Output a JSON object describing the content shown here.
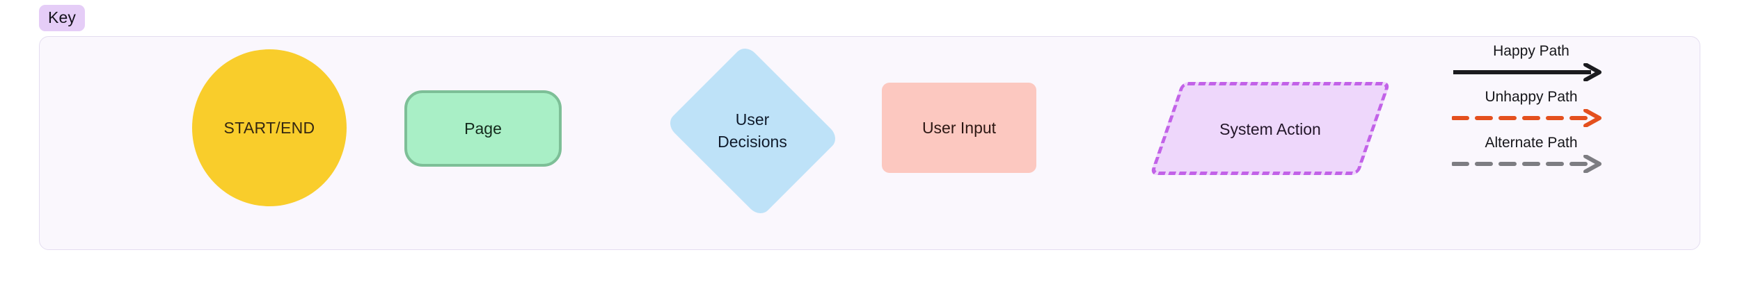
{
  "badge": {
    "label": "Key"
  },
  "legend": {
    "title": "Key",
    "shapes": [
      {
        "name": "start-end",
        "label": "START/END",
        "shape": "circle",
        "fill": "#f9cd2b",
        "stroke": "",
        "text_color": "#352711"
      },
      {
        "name": "page",
        "label": "Page",
        "shape": "rounded-rect",
        "fill": "#a9efc6",
        "stroke": "#7dbf97",
        "text_color": "#14291c"
      },
      {
        "name": "user-decisions",
        "label": "User\nDecisions",
        "label_line1": "User",
        "label_line2": "Decisions",
        "shape": "diamond",
        "fill": "#bee2f8",
        "stroke": "",
        "text_color": "#101b2b"
      },
      {
        "name": "user-input",
        "label": "User Input",
        "shape": "rect",
        "fill": "#fcc8c0",
        "stroke": "",
        "text_color": "#2c1713"
      },
      {
        "name": "system-action",
        "label": "System Action",
        "shape": "parallelogram-dashed",
        "fill": "#eed7fb",
        "stroke": "#c262e8",
        "text_color": "#231629"
      }
    ],
    "paths": [
      {
        "name": "happy-path",
        "label": "Happy Path",
        "style": "solid",
        "color": "#1b1b1f"
      },
      {
        "name": "unhappy-path",
        "label": "Unhappy Path",
        "style": "dashed",
        "color": "#e4501e"
      },
      {
        "name": "alternate-path",
        "label": "Alternate Path",
        "style": "dashed",
        "color": "#7d7d82"
      }
    ]
  },
  "theme": {
    "panel_bg": "#faf7fd",
    "panel_border": "#e4ddf0",
    "badge_bg": "#e5cdf7",
    "page_bg": "#ffffff"
  }
}
